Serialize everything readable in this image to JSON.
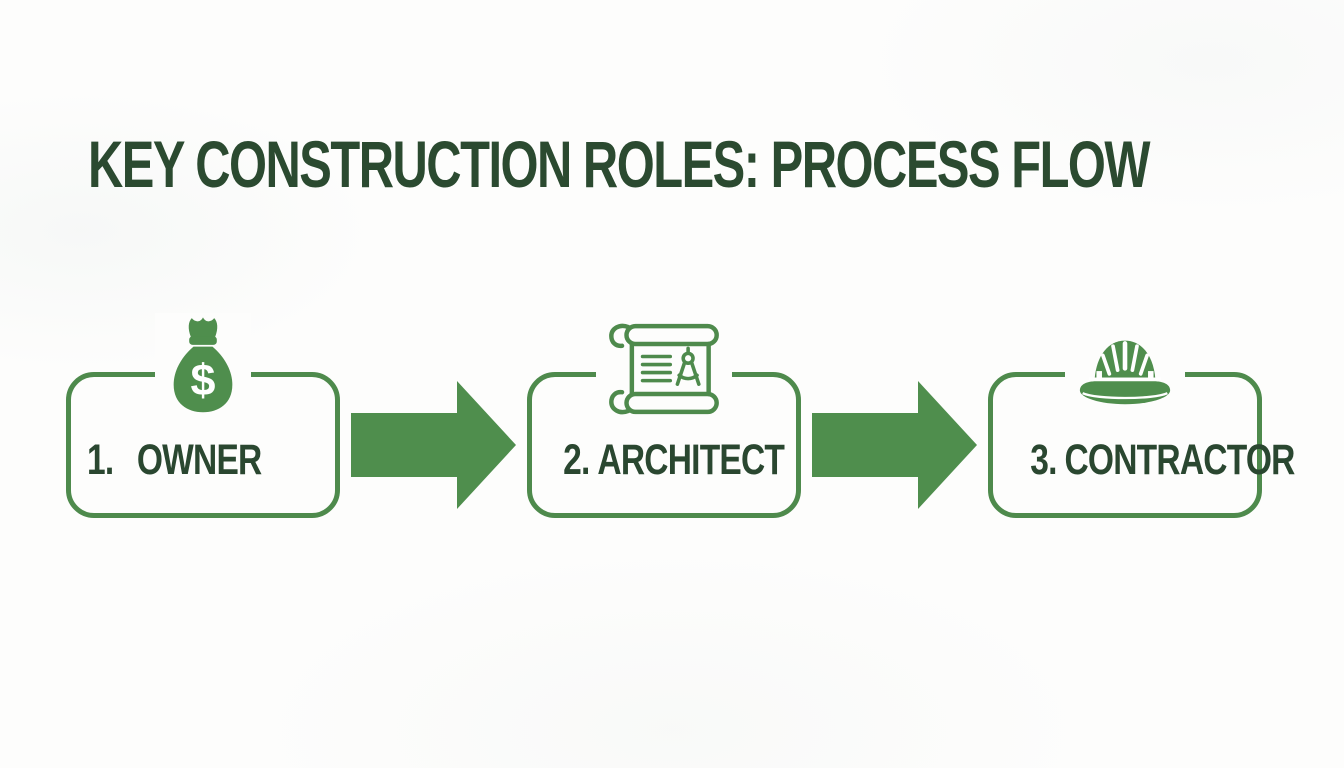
{
  "title": "KEY CONSTRUCTION ROLES: PROCESS FLOW",
  "colors": {
    "title_text": "#2b4a30",
    "label_text": "#2a4730",
    "accent_green": "#4f8e4d",
    "border_green": "#4e8a4c",
    "background": "#fdfdfc",
    "icon_white": "#ffffff"
  },
  "flow": {
    "steps": [
      {
        "number": "1.",
        "name": "OWNER",
        "icon": "money-bag-icon",
        "icon_glyph": "$"
      },
      {
        "number": "2.",
        "name": "ARCHITECT",
        "icon": "blueprint-scroll-icon"
      },
      {
        "number": "3.",
        "name": "CONTRACTOR",
        "icon": "hard-hat-icon"
      }
    ],
    "connectors": [
      {
        "name": "arrow-owner-to-architect",
        "direction": "right"
      },
      {
        "name": "arrow-architect-to-contractor",
        "direction": "right"
      }
    ]
  }
}
